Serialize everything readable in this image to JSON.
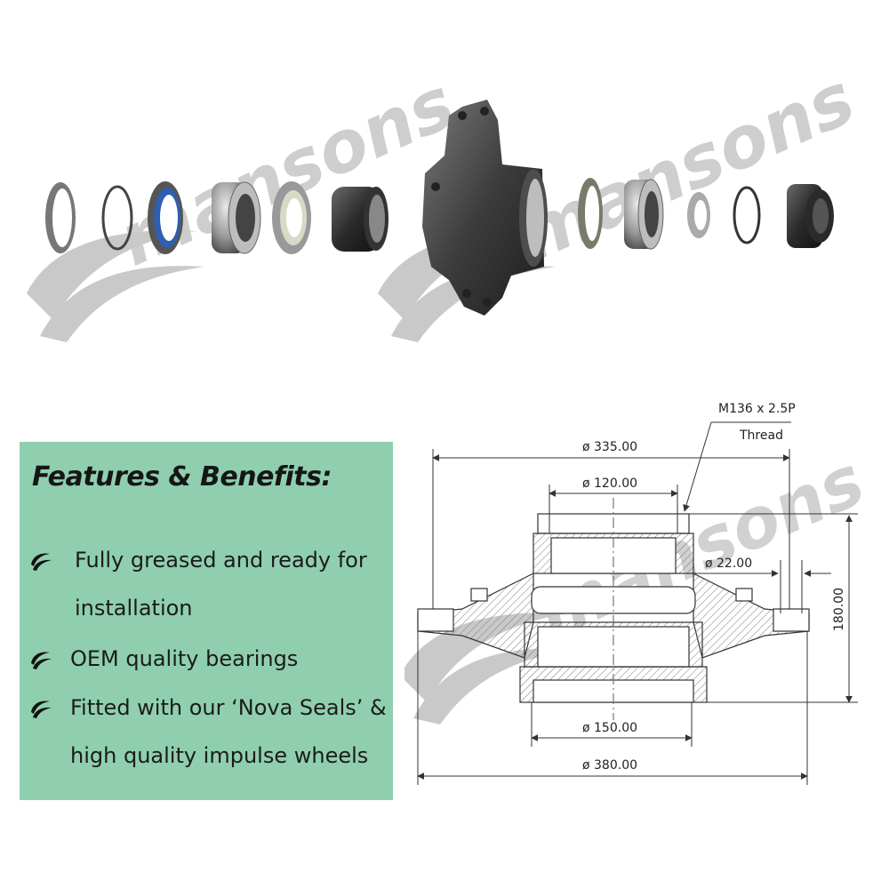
{
  "brand": {
    "watermark": "mansons",
    "accent_color": "#8fcfb0"
  },
  "features": {
    "title": "Features & Benefits:",
    "items": [
      {
        "icon": "brand-swoosh-icon",
        "line1": "Fully greased and ready for",
        "line2": "installation"
      },
      {
        "icon": "brand-swoosh-icon",
        "line1": "OEM quality bearings",
        "line2": ""
      },
      {
        "icon": "brand-swoosh-icon",
        "line1": "Fitted with our ‘Nova Seals’ &",
        "line2": "high quality impulse wheels"
      }
    ]
  },
  "diagram": {
    "thread_label_1": "M136 x 2.5P",
    "thread_label_2": "Thread",
    "dim_top_outer": "ø 335.00",
    "dim_top_inner": "ø 120.00",
    "dim_bolt": "ø 22.00",
    "dim_height": "180.00",
    "dim_bottom_inner": "ø 150.00",
    "dim_bottom_outer": "ø 380.00"
  },
  "parts": [
    "abs-ring",
    "circlip",
    "oil-seal",
    "outer-bearing",
    "seal-ring",
    "spacer-sleeve",
    "wheel-hub",
    "inner-seal",
    "inner-bearing",
    "washer",
    "snap-ring",
    "hub-cap"
  ]
}
